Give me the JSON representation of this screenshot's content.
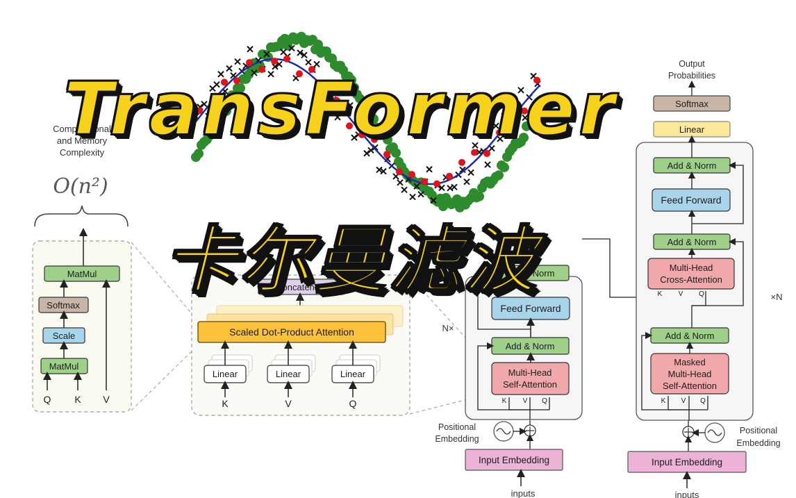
{
  "titles": {
    "main": "TransFormer",
    "subtitle": "卡尔曼滤波"
  },
  "complexity_panel": {
    "caption_lines": [
      "Computational",
      "and Memory",
      "Complexity"
    ],
    "formula": "O(n²)"
  },
  "attention_block": {
    "matmul_top": "MatMul",
    "softmax": "Softmax",
    "scale": "Scale",
    "matmul_bottom": "MatMul",
    "inputs": [
      "Q",
      "K",
      "V"
    ]
  },
  "multihead_block": {
    "concatenate": "Concatenate",
    "scaled_attention": "Scaled Dot-Product Attention",
    "linears": [
      "Linear",
      "Linear",
      "Linear"
    ],
    "inputs": [
      "K",
      "V",
      "Q"
    ]
  },
  "encoder": {
    "add_norm_top": "Add & Norm",
    "feed_forward": "Feed Forward",
    "add_norm_bottom": "Add & Norm",
    "self_attention_line1": "Multi-Head",
    "self_attention_line2": "Self-Attention",
    "kvq": [
      "K",
      "V",
      "Q"
    ],
    "repeat": "N×",
    "positional_line1": "Positional",
    "positional_line2": "Embedding",
    "input_embedding": "Input Embedding",
    "inputs_label": "inputs"
  },
  "decoder": {
    "output_line1": "Output",
    "output_line2": "Probabilities",
    "softmax": "Softmax",
    "linear": "Linear",
    "add_norm_1": "Add & Norm",
    "feed_forward": "Feed Forward",
    "add_norm_2": "Add & Norm",
    "cross_line1": "Multi-Head",
    "cross_line2": "Cross-Attention",
    "add_norm_3": "Add & Norm",
    "masked_line1": "Masked",
    "masked_line2": "Multi-Head",
    "masked_line3": "Self-Attention",
    "kvq": [
      "K",
      "V",
      "Q"
    ],
    "repeat": "×N",
    "positional_line1": "Positional",
    "positional_line2": "Embedding",
    "input_embedding": "Input Embedding",
    "inputs_label": "inputs"
  },
  "colors": {
    "green_box": "#9fd08a",
    "blue_box": "#a9d5ec",
    "pink_box": "#f0a8ab",
    "magenta_box": "#ecb3d6",
    "tan_box": "#c9b5a5",
    "yellow_box": "#fbe89a",
    "orange_box": "#fbc13b",
    "purple_box": "#ddd0e8",
    "title_yellow": "#f7d21c",
    "kalman_green": "#2e8b2e",
    "kalman_blue": "#1d2aa8",
    "kalman_red": "#e0141b"
  }
}
